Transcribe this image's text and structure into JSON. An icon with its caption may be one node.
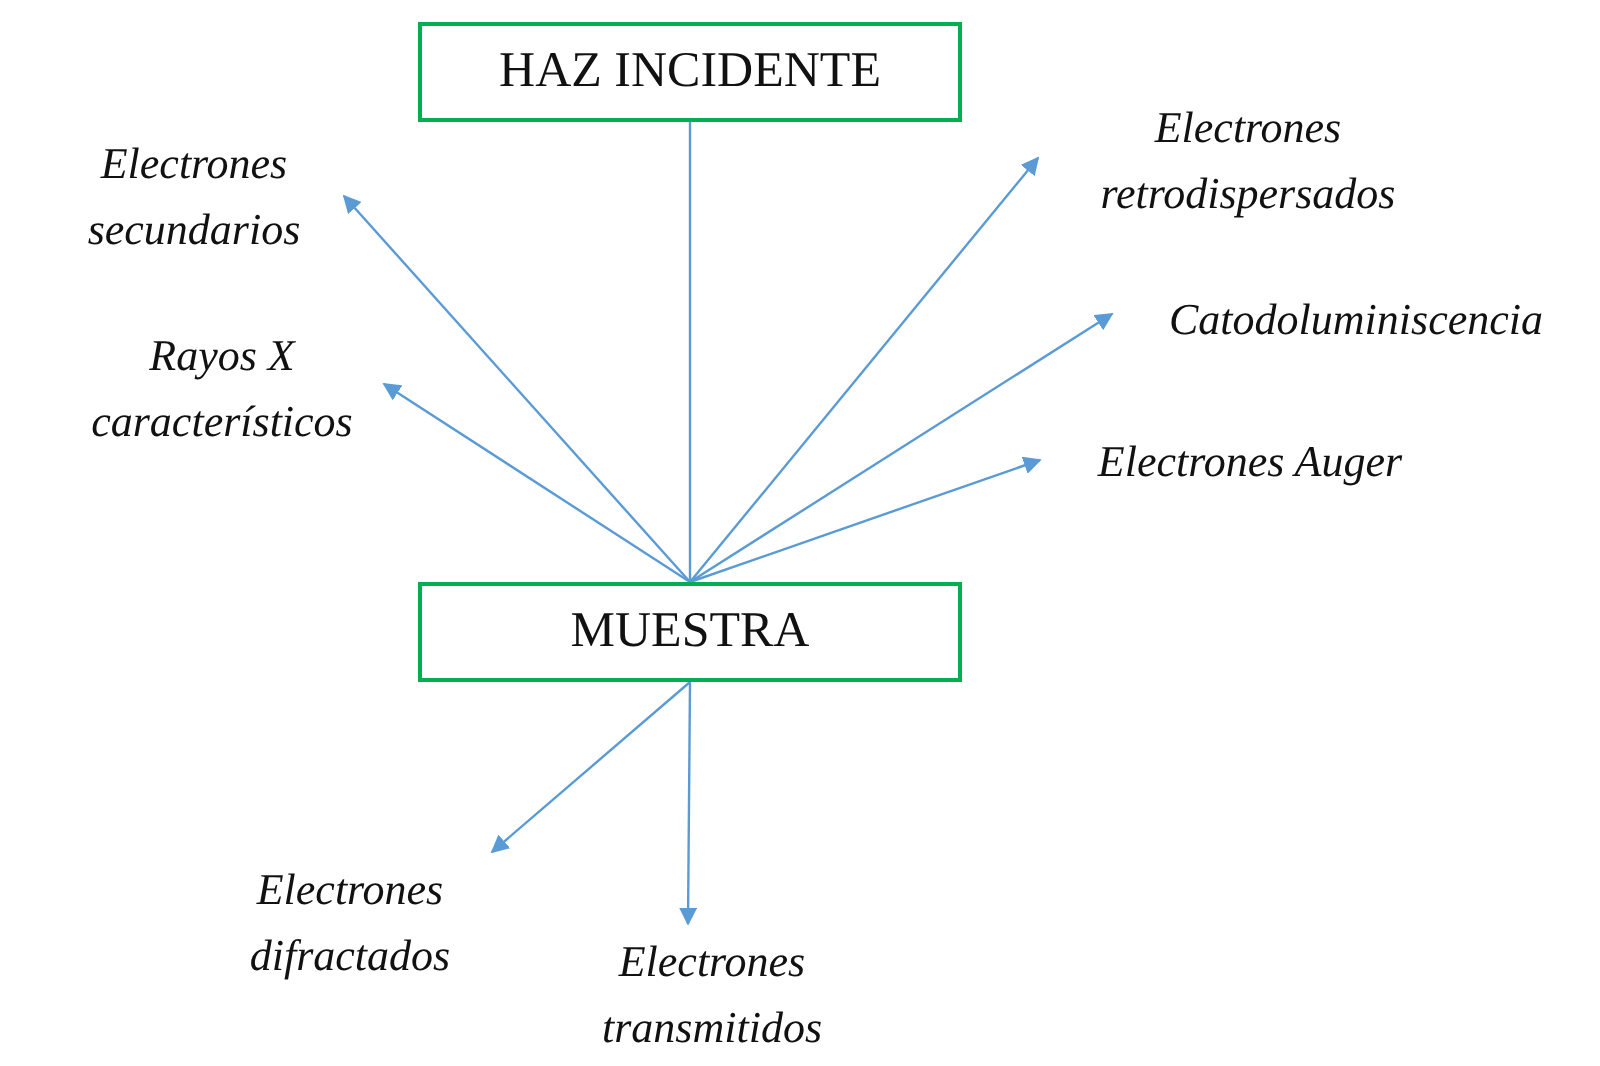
{
  "diagram": {
    "nodes": [
      {
        "text": [
          "HAZ INCIDENTE"
        ]
      },
      {
        "text": [
          "MUESTRA"
        ]
      },
      {
        "text": [
          "Electrones secundarios"
        ]
      },
      {
        "text": [
          "Electrones retrodispersados"
        ]
      },
      {
        "text": [
          "Catodoluminiscencia"
        ]
      },
      {
        "text": [
          "Rayos X característicos"
        ]
      },
      {
        "text": [
          "Electrones Auger"
        ]
      },
      {
        "text": [
          "Electrones difractados"
        ]
      },
      {
        "text": [
          "Electrones transmitidos"
        ]
      }
    ],
    "edges": [
      {
        "from": 0,
        "to": 1,
        "arrow": "none"
      },
      {
        "from": 1,
        "to": 2,
        "arrow": "to"
      },
      {
        "from": 1,
        "to": 3,
        "arrow": "to"
      },
      {
        "from": 1,
        "to": 4,
        "arrow": "to"
      },
      {
        "from": 1,
        "to": 5,
        "arrow": "to"
      },
      {
        "from": 1,
        "to": 6,
        "arrow": "to"
      },
      {
        "from": 1,
        "to": 7,
        "arrow": "to"
      },
      {
        "from": 1,
        "to": 8,
        "arrow": "to"
      }
    ]
  }
}
